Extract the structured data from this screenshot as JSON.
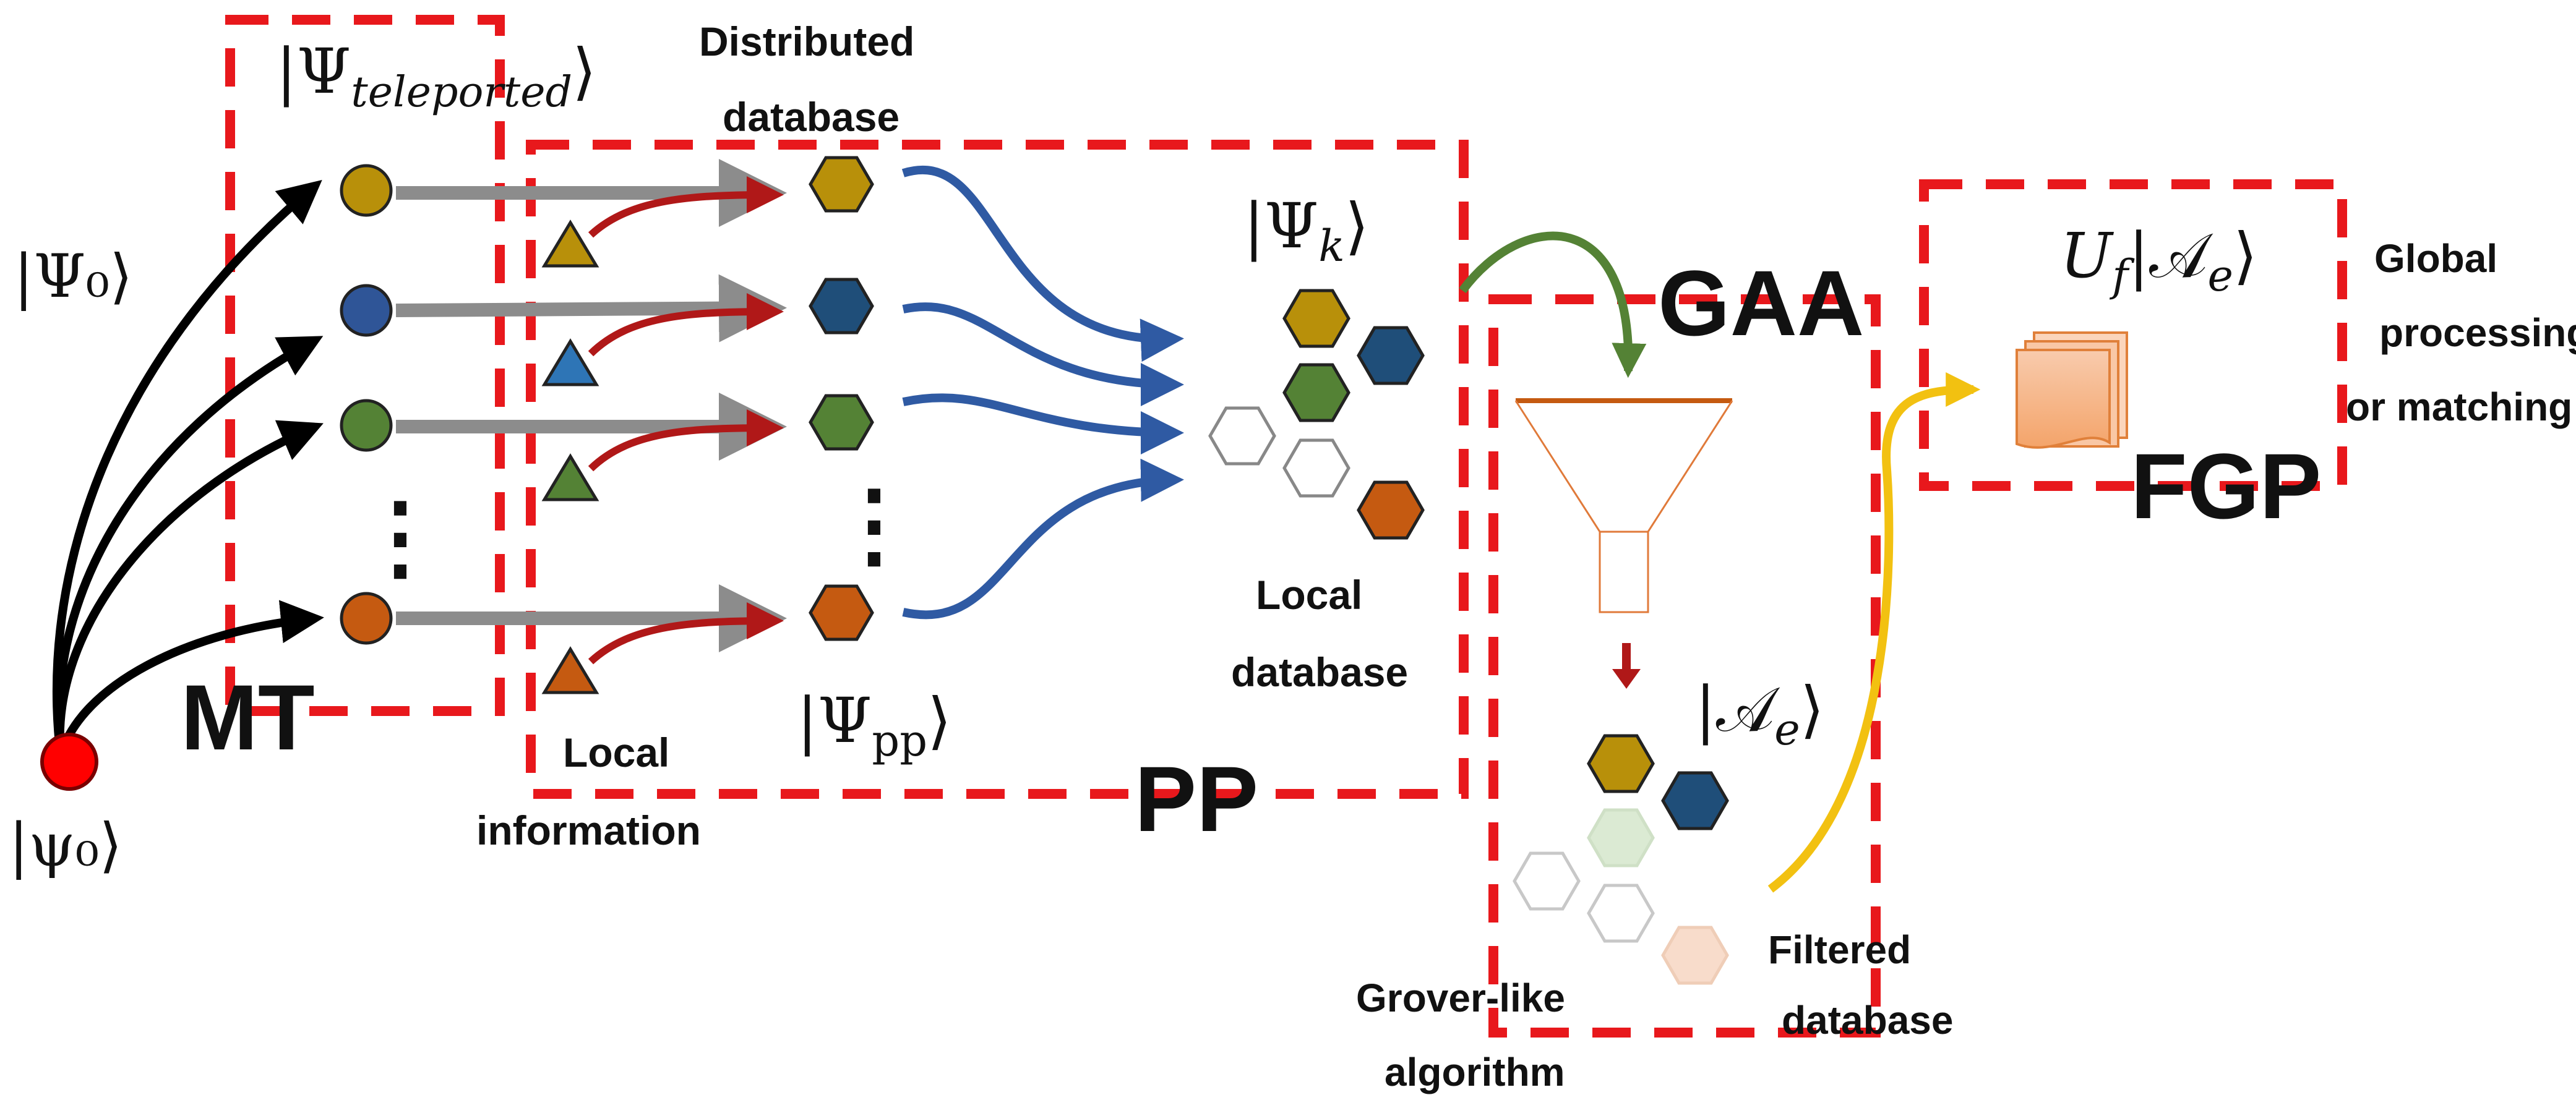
{
  "labels": {
    "psi_small": "|ψ₀⟩",
    "psi0": "|Ψ₀⟩",
    "teleported": "|Ψteleported⟩",
    "teleported_main": "|Ψ",
    "teleported_sub": "teleported",
    "teleported_end": "⟩",
    "distributed_line1": "Distributed",
    "distributed_line2": "database",
    "psi_pp_main": "|Ψ",
    "psi_pp_sub": "pp",
    "psi_pp_end": "⟩",
    "local_info_line1": "Local",
    "local_info_line2": "information",
    "psi_k_main": "|Ψ",
    "psi_k_sub": "k",
    "psi_k_end": "⟩",
    "local_db_line1": "Local",
    "local_db_line2": "database",
    "a_e_main": "|𝒜",
    "a_e_sub": "e",
    "a_e_end": "⟩",
    "uf_main": "U",
    "uf_sub": "f",
    "uf_ket": "|𝒜",
    "uf_ket_sub": "e",
    "uf_ket_end": "⟩",
    "global_line1": "Global",
    "global_line2": "processing",
    "global_line3": "or matching",
    "grover_line1": "Grover-like",
    "grover_line2": "algorithm",
    "filtered_line1": "Filtered",
    "filtered_line2": "database",
    "mt": "MT",
    "pp": "PP",
    "gaa": "GAA",
    "fgp": "FGP",
    "dots": "⋮"
  },
  "colors": {
    "gold": "#b8900a",
    "blue": "#1f4e79",
    "mid_blue": "#2f5597",
    "light_blue": "#2e75b6",
    "green": "#548235",
    "orange": "#c55a11",
    "red_dash": "#e8181c",
    "dark_red": "#b01818",
    "grey_arrow": "#8c8c8c",
    "curve_blue": "#2f5aa3",
    "green_arrow": "#548235",
    "yellow_arrow": "#f2c111",
    "funnel": "#e07a3a",
    "node_red": "#ff0000"
  },
  "icons": {
    "funnel": "funnel-icon",
    "documents": "document-stack-icon"
  }
}
